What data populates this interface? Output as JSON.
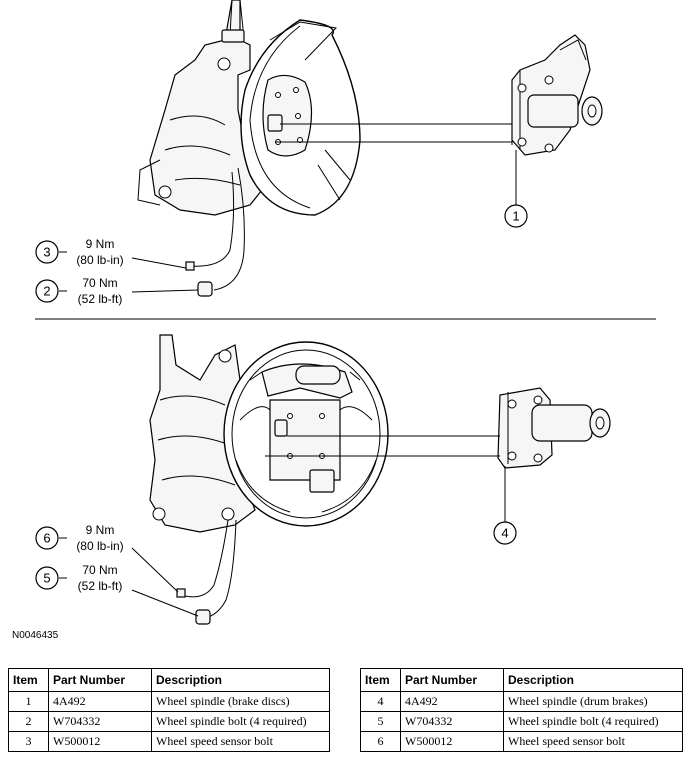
{
  "diagram": {
    "top": {
      "callouts": [
        {
          "num": "1"
        },
        {
          "num": "3",
          "torque_nm": "9 Nm",
          "torque_imp": "(80 lb-in)"
        },
        {
          "num": "2",
          "torque_nm": "70 Nm",
          "torque_imp": "(52 lb-ft)"
        }
      ]
    },
    "bottom": {
      "callouts": [
        {
          "num": "4"
        },
        {
          "num": "6",
          "torque_nm": "9 Nm",
          "torque_imp": "(80 lb-in)"
        },
        {
          "num": "5",
          "torque_nm": "70 Nm",
          "torque_imp": "(52 lb-ft)"
        }
      ]
    },
    "ref_code": "N0046435"
  },
  "tables": [
    {
      "headers": [
        "Item",
        "Part Number",
        "Description"
      ],
      "rows": [
        {
          "item": "1",
          "part": "4A492",
          "desc": "Wheel spindle (brake discs)"
        },
        {
          "item": "2",
          "part": "W704332",
          "desc": "Wheel spindle bolt (4 required)"
        },
        {
          "item": "3",
          "part": "W500012",
          "desc": "Wheel speed sensor bolt"
        }
      ]
    },
    {
      "headers": [
        "Item",
        "Part Number",
        "Description"
      ],
      "rows": [
        {
          "item": "4",
          "part": "4A492",
          "desc": "Wheel spindle (drum brakes)"
        },
        {
          "item": "5",
          "part": "W704332",
          "desc": "Wheel spindle bolt (4 required)"
        },
        {
          "item": "6",
          "part": "W500012",
          "desc": "Wheel speed sensor bolt"
        }
      ]
    }
  ]
}
